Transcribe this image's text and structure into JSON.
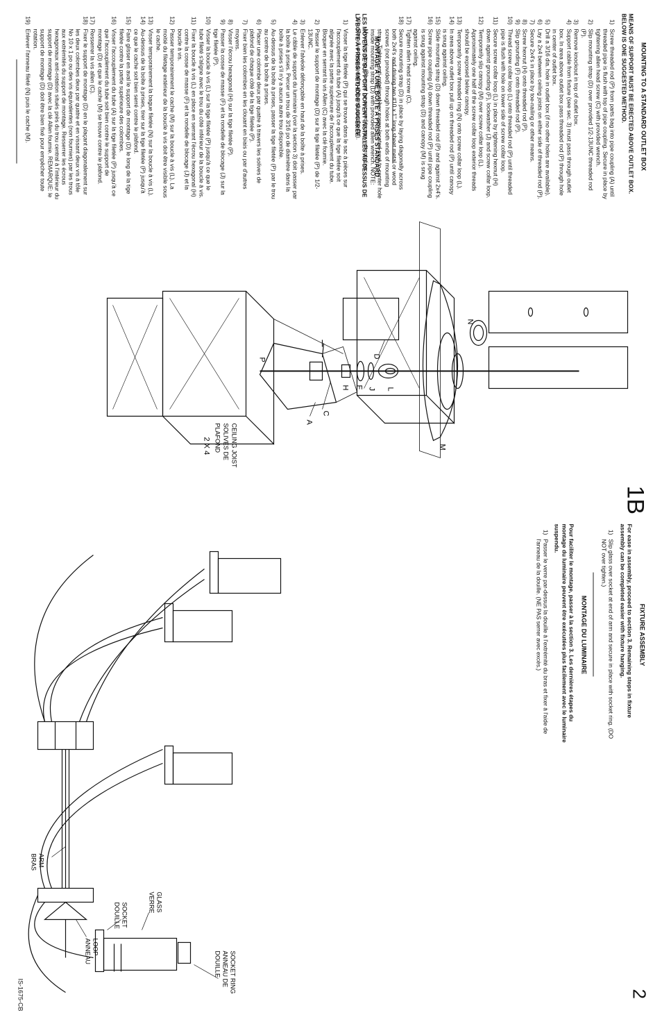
{
  "left": {
    "title": "MOUNTING TO A STANDARD OUTLET BOX",
    "intro": "MEANS OF SUPPORT MUST BE ERECTED ABOVE OUTLET BOX. BELOW IS ONE SUGGESTED METHOD.",
    "steps": [
      {
        "n": "1)",
        "text": "Screw threaded rod (P) from parts bag into pipe coupling (A) until threaded pipe is flush with top of pipe coupling. Secure in place by tightening allen head screw (C) with provided wrench."
      },
      {
        "n": "2)",
        "text": "Slip mounting strap (D) over provided 1/2-13UNC threaded rod (P)."
      },
      {
        "n": "3)",
        "text": "Remove knockout in top of outlet box."
      },
      {
        "n": "4)",
        "text": "Support cable from fixture (see sec. 3) must pass through outlet box. In area above outlet box pass threaded rod (P) through hole in center of outlet box."
      },
      {
        "n": "5)",
        "text": "Drill a 3/16 dia. hole in outlet box (if no other holes are available)."
      },
      {
        "n": "6)",
        "text": "Lay a 2x4 between ceiling joists on either side of threaded rod (P)."
      },
      {
        "n": "7)",
        "text": "Secure 2x4's in place by toe-nailing or other means."
      },
      {
        "n": "8)",
        "text": "Screw hexnut (H) onto threaded rod (P)."
      },
      {
        "n": "9)",
        "text": "Slip grounding (F) onto threaded rod (P)."
      },
      {
        "n": "10)",
        "text": "Thread screw collar loop (L) onto threaded rod (P) until threaded pipe is flush with hole on lower side of screw collar loop."
      },
      {
        "n": "11)",
        "text": "Secure screw collar loop (L) in place by tightening hexnut (H) down against grounding (F), lockwasher (J) and screw collar loop."
      },
      {
        "n": "12)",
        "text": "Temporarily slip canopy (M) over screw collar loop (L). Approximately one half of the screw collar loop exterior threads should be exposed below canopy."
      },
      {
        "n": "13)",
        "text": "Temporarily screw threaded ring (N) onto screw collar loop (L)."
      },
      {
        "n": "14)",
        "text": "In area above outlet box pull up on threaded rod (P) until canopy is snug against ceiling."
      },
      {
        "n": "15)",
        "text": "Slide mounting strap (D) down threaded rod (P) and against 2x4's."
      },
      {
        "n": "16)",
        "text": "Screw pipe coupling (A) down threaded rod (P) until pipe coupling is snug against mounting strap (D) and canopy (M) is snug against ceiling."
      },
      {
        "n": "17)",
        "text": "Tighten allen head screw (C)."
      },
      {
        "n": "18)",
        "text": "Secure mounting strap (D) in place by laying diagonally across both 2x4's and driving two #10 x 1\" long sheet metal or wood screws (not provided) through holes at both ends of mounting strap. Tighten anti-rotational hex screw located next to center hole inside mounting strap (D) with provided allen wrench. NOTE: Mounting strap (D) must be secured to prevent rotation."
      },
      {
        "n": "19)",
        "text": "Remove threaded ring (N) and canopy (M)."
      }
    ]
  },
  "right": {
    "title": "MONTAGE À UNE BOÎTE À PRISES STANDARD",
    "intro": "LES MOYENS DE SUPPORT DOIVENT INSTALLÉS AU-DESSUS DE LA BOÎTE À PRISES. MÉTHODE SUGGÉRÉE",
    "steps": [
      {
        "n": "1)",
        "text": "Visser la tige filetée (P) qui se trouve dans le sac à pièces sur l'accouplement du tube (A) jusqu'à ce que la tige filetée soit alignée avec la partie supérieure de l'accouplement du tube. Bloquer en serrant la vis Allen (C) avec la clé fournie."
      },
      {
        "n": "2)",
        "text": "Passer le support de montage (D) sur la tige filetée (P) de 1/2-13UNC."
      },
      {
        "n": "3)",
        "text": "Enlever l'alvéole défonçable en haut de la boîte à prises."
      },
      {
        "n": "4)",
        "text": "Le câble de support du luminaire (voir la section 3) doit passer par la boîte à prises. Percer un trou de 3/16 po de diamètre dans la boîte à prises s'il n'y a aucun autre trou disponible."
      },
      {
        "n": "5)",
        "text": "Au-dessus de la boîte à prises, passer la tige filetée (P) par le trou au centre de la boîte à prises."
      },
      {
        "n": "6)",
        "text": "Placer une colombe deux par quatre à travers les solives de plafond de chaque côté de la tige filetée (P)."
      },
      {
        "n": "7)",
        "text": "Fixer bien les colombes en les clouant en biais ou par d'autres moyens."
      },
      {
        "n": "8)",
        "text": "Visser l'écrou hexagonal (H) sur la tige filetée (P)."
      },
      {
        "n": "9)",
        "text": "Passer la cosse de masse (F) et la rondelle de blocage (J) sur la tige filetée (P)."
      },
      {
        "n": "10)",
        "text": "Visser la boucle à vis (L) sur la tige filetée (P) jusqu'à ce que le tube fileté s'aligne avec le trou du côté inférieur de la boucle à vis."
      },
      {
        "n": "11)",
        "text": "Fixer la boucle à vis (L) en place en serrant l'écrou hexagonal (H) contre la cosse de masse (F) et la rondelle de blocage (J) et la boucle à vis."
      },
      {
        "n": "12)",
        "text": "Passer temporairement le cache (M) sur la boucle à vis (L). La moitié du filetage extérieur de la boucle à vis doit être visible sous le cache."
      },
      {
        "n": "13)",
        "text": "Visser temporairement la bague filetée (N) sur la boucle à vis (L)."
      },
      {
        "n": "14)",
        "text": "Au-dessus de la boîte à prises, tirer sur la tige filetée (P) jusqu'à ce que le cache soit bien serré contre le plafond."
      },
      {
        "n": "15)",
        "text": "Faire glisser en aval le support de montage (D) le long de la tige filetée contre la partie supérieure des colombes."
      },
      {
        "n": "16)",
        "text": "Visser l'accouplement du tube (A) sur la tige filetée (P) jusqu'à ce que l'accouplement du tube soit bien contre le support de montage (D) et que le cache (M) se trouve contre le plafond."
      },
      {
        "n": "17)",
        "text": "Resserrer la vis allen (C)."
      },
      {
        "n": "18)",
        "text": "Fixer le support de montage (D) en le plaçant diagonalement sur les deux colombes deux par quatre et en vissant deux vis à tôle No 10 x 1 po ou des vis équivalentes (non fournies) par les trous aux extrémités du support de montage. Resserrer les écrous hexagonaux anti-rotation situés près du trou central à l'intérieur du support de montage (D) avec la clé Allen fournie. REMARQUE: le support de montage (D) doit être bien fixé pour empêcher toute rotation."
      },
      {
        "n": "19)",
        "text": "Enlever l'anneau fileté (N) puis le cache (M)."
      }
    ]
  },
  "diagram1": {
    "labels": {
      "a": "A",
      "c": "C",
      "d": "D",
      "p": "P",
      "h": "H",
      "f": "F",
      "j": "J",
      "l": "L",
      "n": "N",
      "m": "M",
      "twobyfour": "2 X 4",
      "joist_en": "CEILING JOIST",
      "joist_fr1": "SOLIVES DE",
      "joist_fr2": "PLAFOND"
    }
  },
  "section_label_left": "1B",
  "fixture": {
    "title": "FIXTURE ASSEMBLY",
    "intro": "For ease in assembly, proceed to section 3. Remaining steps in fixture assembly can be completed easier with fixture hanging.",
    "step_n": "1)",
    "step": "Slip glass over socket at end of arm and secure in place with socket ring. (DO NOT over tighten.)",
    "title_fr": "MONTAGE DU LUMINAIRE",
    "intro_fr": "Pour faciliter le montage, passer à la section 3. Les dernières étapes du montage du luminaire peuvent être exécutées plus facilement avec le luminaire suspendu.",
    "step_fr": "Passer le verre par-dessus la douille à l'extrémité du bras et fixer à l'aide de l'anneau de la douille. (NE PAS serrer avec excès.)"
  },
  "diagram2": {
    "loop_en": "LOOP",
    "loop_fr": "ANNEAU",
    "arm_en": "ARM",
    "arm_fr": "BRAS",
    "socket_en": "SOCKET",
    "socket_fr": "DOUILLE",
    "glass_en": "GLASS",
    "glass_fr": "VERRE",
    "ring_en1": "SOCKET RING",
    "ring_fr1": "ANNEAU DE",
    "ring_fr2": "DOUILLE"
  },
  "page_number": "2",
  "doc_code": "IS-1675-CB"
}
